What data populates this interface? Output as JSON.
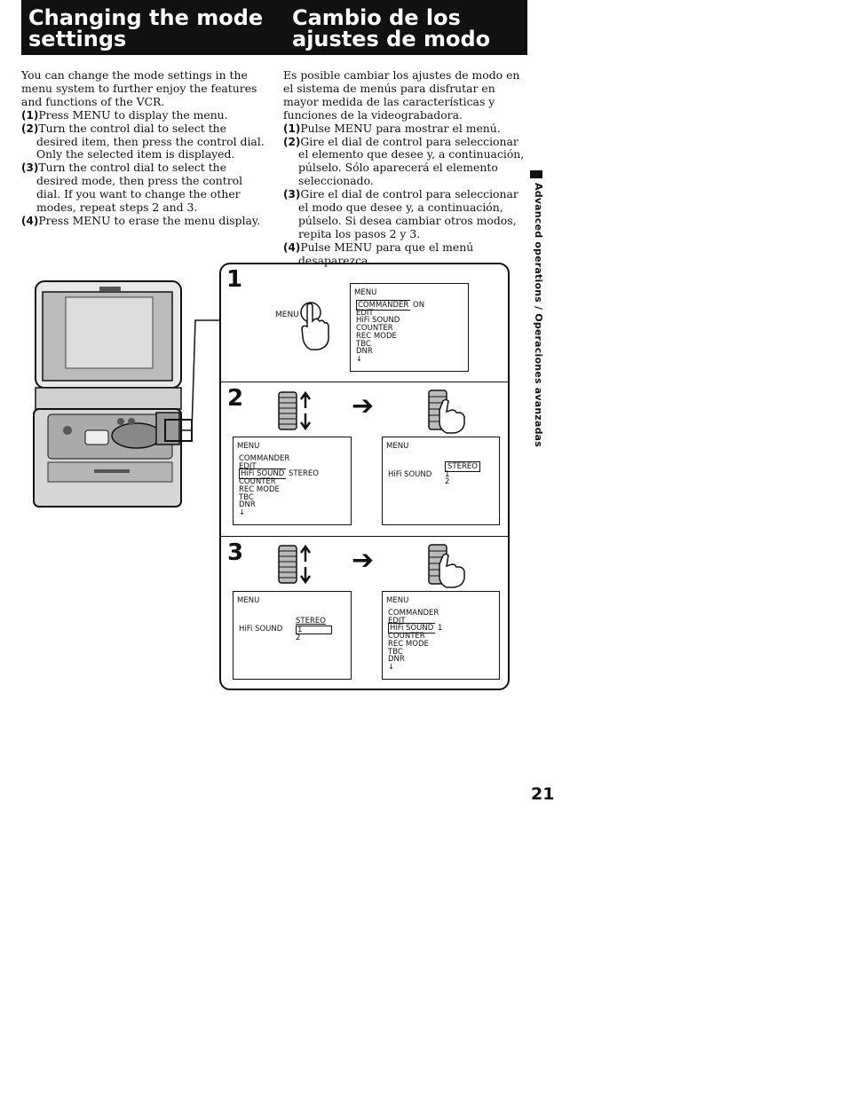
{
  "titles": {
    "en": "Changing the mode settings",
    "es": "Cambio de los ajustes de modo"
  },
  "en": {
    "intro": "You can change the mode settings in the menu system to further enjoy the features and functions of the VCR.",
    "steps": [
      {
        "num": "(1)",
        "text": "Press MENU to display the menu."
      },
      {
        "num": "(2)",
        "text": "Turn the control dial to select the desired item, then press the control dial. Only the selected item is displayed."
      },
      {
        "num": "(3)",
        "text": "Turn the control dial to select the desired mode, then press the control dial. If you want to change the other modes, repeat steps 2 and 3."
      },
      {
        "num": "(4)",
        "text": "Press MENU to erase the menu display."
      }
    ]
  },
  "es": {
    "intro": "Es posible cambiar los ajustes de modo en el sistema de menús para disfrutar en mayor medida de las características y funciones de la videograbadora.",
    "steps": [
      {
        "num": "(1)",
        "text": "Pulse MENU para mostrar el menú."
      },
      {
        "num": "(2)",
        "text": "Gire el dial de control para seleccionar el elemento que desee y, a continuación, púlselo. Sólo aparecerá el elemento seleccionado."
      },
      {
        "num": "(3)",
        "text": "Gire el dial de control para seleccionar el modo que desee y, a continuación, púlselo. Si desea cambiar otros modos, repita los pasos 2 y 3."
      },
      {
        "num": "(4)",
        "text": "Pulse MENU para que el menú desaparezca."
      }
    ]
  },
  "sidebar": "Advanced operations / Operaciones avanzadas",
  "page_number": "21",
  "diagram": {
    "step_numbers": [
      "1",
      "2",
      "3"
    ],
    "menu_button_label": "MENU",
    "menu_title": "MENU",
    "arrow_glyph": "➔",
    "down_arrow": "↓",
    "screen1": {
      "items": [
        "COMMANDER",
        "EDIT",
        "HiFi SOUND",
        "COUNTER",
        "REC MODE",
        "TBC",
        "DNR"
      ],
      "value": "ON"
    },
    "screen2a": {
      "items": [
        "COMMANDER",
        "EDIT",
        "HiFi SOUND",
        "COUNTER",
        "REC MODE",
        "TBC",
        "DNR"
      ],
      "value": "STEREO"
    },
    "screen2b": {
      "item": "HiFi SOUND",
      "options": [
        "STEREO",
        "1",
        "2"
      ]
    },
    "screen3a": {
      "item": "HiFi SOUND",
      "options": [
        "STEREO",
        "1",
        "2"
      ]
    },
    "screen3b": {
      "items": [
        "COMMANDER",
        "EDIT",
        "HiFi SOUND",
        "COUNTER",
        "REC MODE",
        "TBC",
        "DNR"
      ],
      "value": "1"
    }
  }
}
